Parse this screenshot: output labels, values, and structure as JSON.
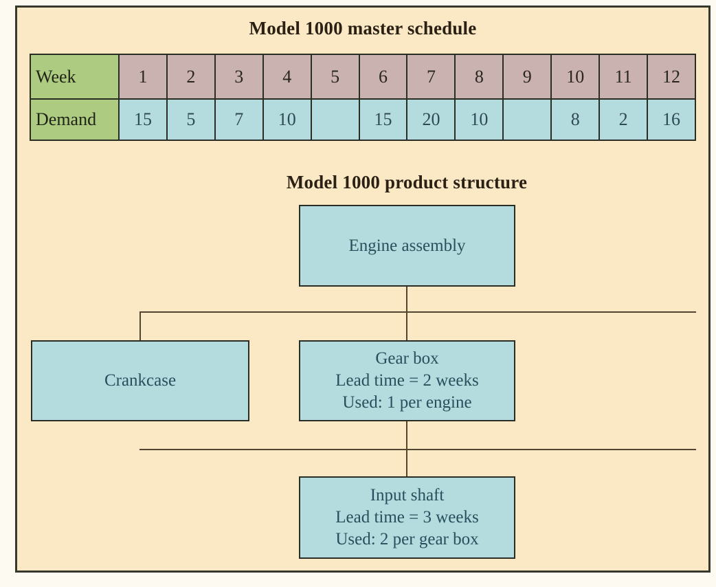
{
  "schedule": {
    "title": "Model 1000 master schedule",
    "row_headers": [
      "Week",
      "Demand"
    ],
    "weeks": [
      "1",
      "2",
      "3",
      "4",
      "5",
      "6",
      "7",
      "8",
      "9",
      "10",
      "11",
      "12"
    ],
    "demand": [
      "15",
      "5",
      "7",
      "10",
      "",
      "15",
      "20",
      "10",
      "",
      "8",
      "2",
      "16"
    ]
  },
  "structure": {
    "title": "Model 1000 product structure",
    "engine": {
      "line1": "Engine assembly"
    },
    "crankcase": {
      "line1": "Crankcase"
    },
    "gearbox": {
      "line1": "Gear box",
      "line2": "Lead time = 2 weeks",
      "line3": "Used: 1 per engine"
    },
    "input_shaft": {
      "line1": "Input shaft",
      "line2": "Lead time = 3 weeks",
      "line3": "Used: 2 per gear box"
    }
  },
  "colors": {
    "page_background": "#FDFBF1",
    "panel_background": "#FBE9C6",
    "panel_border": "#35382A",
    "header_green": "#AECB82",
    "week_mauve": "#CAB2B0",
    "cell_blue": "#B4DBDE",
    "table_border": "#2A2D24",
    "connector_line": "#50452F",
    "title_text": "#2A2013",
    "box_text": "#27505C"
  }
}
